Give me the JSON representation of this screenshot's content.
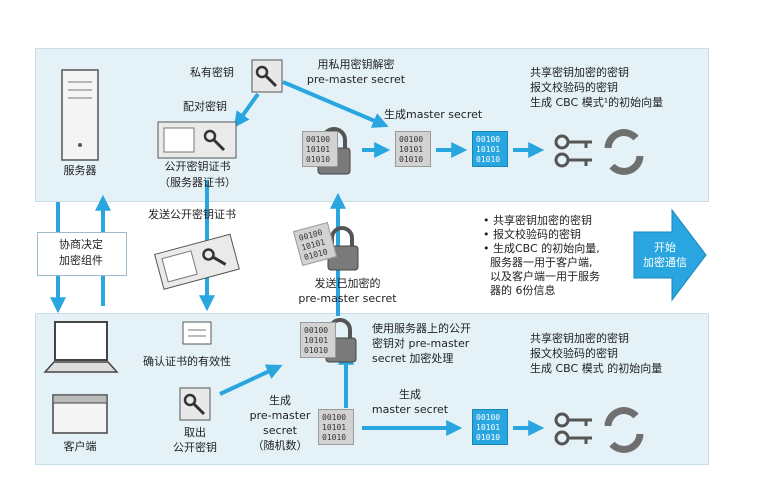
{
  "server": {
    "label": "服务器"
  },
  "client": {
    "label": "客户端"
  },
  "negotiate": {
    "line1": "协商决定",
    "line2": "加密组件"
  },
  "private_key": {
    "label": "私有密钥"
  },
  "decrypt": {
    "line1": "用私用密钥解密",
    "line2": "pre-master secret"
  },
  "pair_key": {
    "label": "配对密钥"
  },
  "cert": {
    "line1": "公开密钥证书",
    "line2": "（服务器证书）"
  },
  "gen_master_top": {
    "label": "生成master secret"
  },
  "top_keys": {
    "line1": "共享密钥加密的密钥",
    "line2": "报文校验码的密钥",
    "line3": "生成 CBC 模式¹的初始向量"
  },
  "send_cert": {
    "label": "发送公开密钥证书"
  },
  "send_encrypted": {
    "line1": "发送已加密的",
    "line2": "pre-master secret"
  },
  "bullets": {
    "b1": "共享密钥加密的密钥",
    "b2": "报文校验码的密钥",
    "b3": "生成CBC 的初始向量,",
    "b4": "服务器一用于客户端,",
    "b5": "以及客户端一用于服务",
    "b6": "器的 6份信息"
  },
  "start": {
    "line1": "开始",
    "line2": "加密通信"
  },
  "verify_cert": {
    "label": "确认证书的有效性"
  },
  "encrypt_note": {
    "line1": "使用服务器上的公开",
    "line2": "密钥对 pre-master",
    "line3": "secret 加密处理"
  },
  "take_key": {
    "line1": "取出",
    "line2": "公开密钥"
  },
  "gen_pre": {
    "line1": "生成",
    "line2": "pre-master",
    "line3": "secret",
    "line4": "（随机数）"
  },
  "gen_master_bottom": {
    "line1": "生成",
    "line2": "master secret"
  },
  "bottom_keys": {
    "line1": "共享密钥加密的密钥",
    "line2": "报文校验码的密钥",
    "line3": "生成 CBC 模式 的初始向量"
  },
  "bits": {
    "r1": "00100",
    "r2": "10101",
    "r3": "01010"
  },
  "colors": {
    "arrow": "#29a6e0",
    "panel": "#e4f2f8",
    "blue_box": "#29a6e0",
    "gray_box": "#d2d2d2"
  }
}
